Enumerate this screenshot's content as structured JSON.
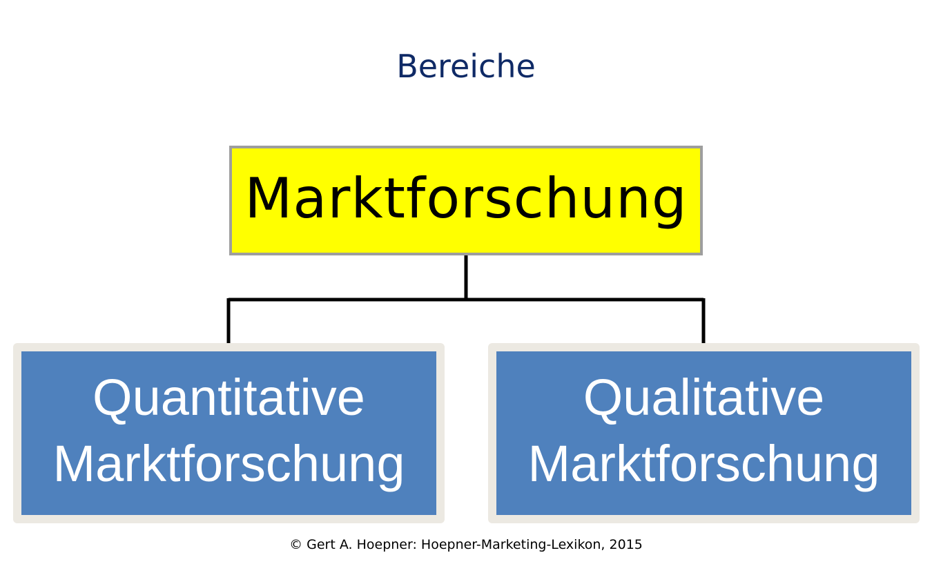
{
  "title": "Bereiche",
  "root": {
    "label": "Marktforschung",
    "fill_color": "#ffff00",
    "border_color": "#9e9e9e"
  },
  "children": [
    {
      "line1": "Quantitative",
      "line2": "Marktforschung"
    },
    {
      "line1": "Qualitative",
      "line2": "Marktforschung"
    }
  ],
  "child_fill_color": "#4f81bd",
  "child_frame_color": "#ece9e2",
  "title_color": "#0f2a66",
  "copyright": "© Gert A. Hoepner: Hoepner-Marketing-Lexikon, 2015"
}
